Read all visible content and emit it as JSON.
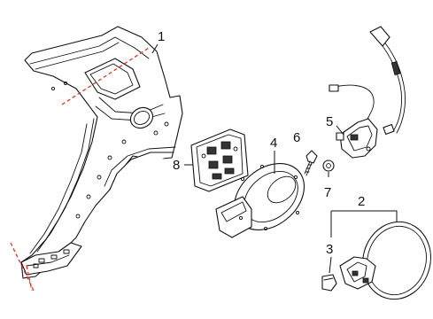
{
  "callouts": {
    "c1": "1",
    "c2": "2",
    "c3": "3",
    "c4": "4",
    "c5": "5",
    "c6": "6",
    "c7": "7",
    "c8": "8"
  },
  "colors": {
    "line": "#111111",
    "cut_line": "#e8322b",
    "background": "#ffffff"
  }
}
